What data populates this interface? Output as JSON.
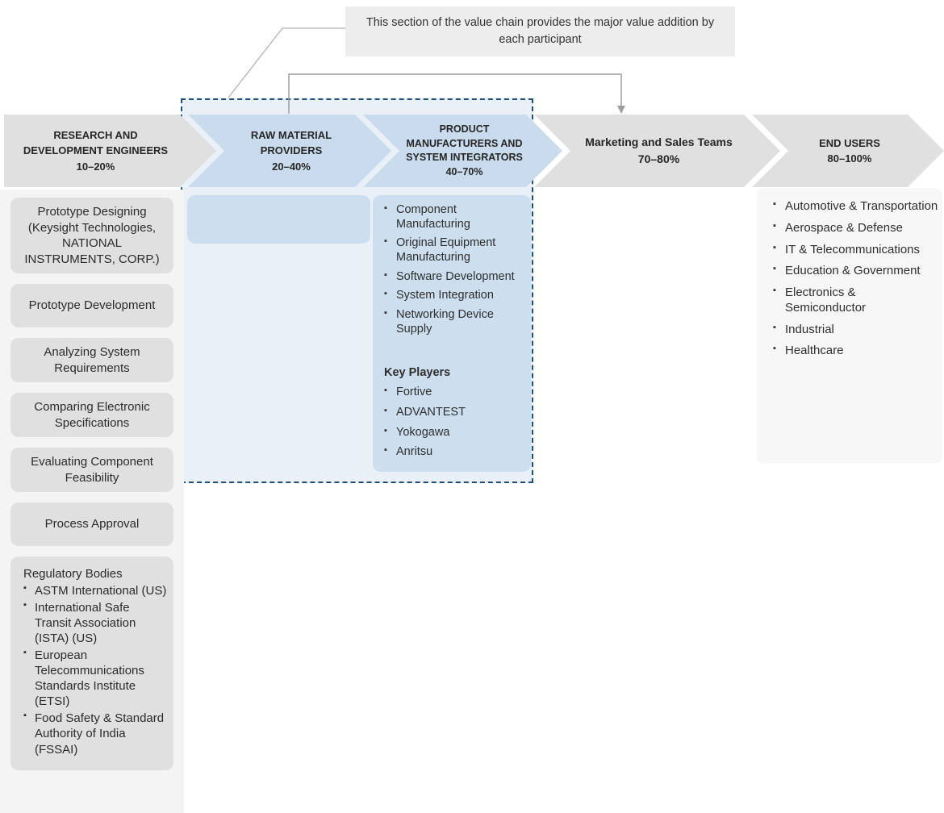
{
  "callout": {
    "text": "This section of the value chain provides the major value addition by each participant"
  },
  "chain": {
    "stages": [
      {
        "label": "RESEARCH AND DEVELOPMENT ENGINEERS",
        "range": "10–20%"
      },
      {
        "label": "RAW MATERIAL PROVIDERS",
        "range": "20–40%"
      },
      {
        "label": "PRODUCT MANUFACTURERS AND SYSTEM INTEGRATORS",
        "range": "40–70%"
      },
      {
        "label": "Marketing and Sales Teams",
        "range": "70–80%"
      },
      {
        "label": "END USERS",
        "range": "80–100%"
      }
    ]
  },
  "rnd": {
    "activities": [
      "Prototype Designing (Keysight Technologies, NATIONAL INSTRUMENTS, CORP.)",
      "Prototype Development",
      "Analyzing System Requirements",
      "Comparing Electronic Specifications",
      "Evaluating Component Feasibility",
      "Process Approval"
    ],
    "regulatory": {
      "title": "Regulatory Bodies",
      "items": [
        "ASTM International (US)",
        "International Safe Transit Association (ISTA) (US)",
        "European Telecommunications Standards Institute (ETSI)",
        "Food Safety & Standard Authority of India (FSSAI)"
      ]
    }
  },
  "manufacturers": {
    "activities": [
      "Component Manufacturing",
      "Original Equipment Manufacturing",
      "Software Development",
      "System Integration",
      "Networking Device Supply"
    ],
    "key_players_title": "Key Players",
    "key_players": [
      "Fortive",
      "ADVANTEST",
      "Yokogawa",
      "Anritsu"
    ]
  },
  "end_users": {
    "items": [
      "Automotive & Transportation",
      "Aerospace & Defense",
      "IT & Telecommunications",
      "Education & Government",
      "Electronics & Semiconductor",
      "Industrial",
      "Healthcare"
    ]
  },
  "colors": {
    "chevron_gray": "#e0e0e0",
    "chevron_blue": "#c9dbec",
    "panel_blue": "#cddeee",
    "dashed_border": "#1f4e79",
    "dashed_fill": "#e9f0f8",
    "strip_gray": "#f4f4f4",
    "callout_gray": "#ededed",
    "end_users_panel": "#f7f7f7"
  }
}
